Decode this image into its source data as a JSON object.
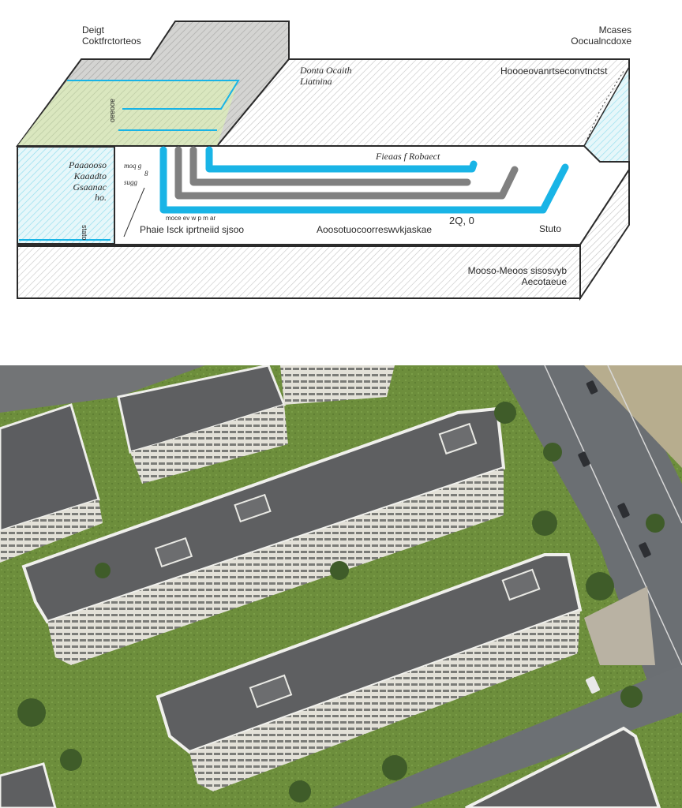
{
  "diagram": {
    "title_left": {
      "line1": "Deigt",
      "line2": "Coktfrctorteos"
    },
    "title_right": {
      "line1": "Mcases",
      "line2": "Oocualncdoxe"
    },
    "roof_label": {
      "line1": "Donta Ocaith",
      "line2": "Liatnina"
    },
    "roof_right_label": "Hoooeovanrtseconvtnctst",
    "left_panel_label": {
      "line1": "Paaaooso",
      "line2": "Kaaadto",
      "line3": "Gsaanac",
      "line4": "ho.",
      "vertical": "stato"
    },
    "green_vertical_label": "aooaao",
    "annotation_small": {
      "line1": "moq g",
      "line2": "8",
      "line3": "sugg"
    },
    "pipe_top_label": "Fieaas f Robaect",
    "pipe_caption_small": "moce ev w p m ar",
    "bottom_caption_1": "Phaie Isck iprtneiid sjsoo",
    "bottom_caption_2": "Aoosotuocoorreswvkjaskae",
    "number_label": "2Q, 0",
    "right_label": "Stuto",
    "base_label": {
      "line1": "Mooso-Meoos sisosvyb",
      "line2": "Aecotaeue"
    },
    "colors": {
      "accent_cyan": "#19b4e6",
      "pipe_gray": "#808080",
      "green_face": "#d6e8b4",
      "cyan_face": "#cdeef4",
      "outline": "#2b2b2b",
      "hatch": "#bdbdbd"
    }
  },
  "photo": {
    "description": "Aerial view of apartment buildings with flat roofs, gardens and a street with parked cars",
    "colors": {
      "roof": "#5e5f61",
      "facade": "#e6e4dc",
      "grass": "#6f8f3e",
      "tree": "#3d5a28",
      "road": "#6c7074"
    }
  }
}
